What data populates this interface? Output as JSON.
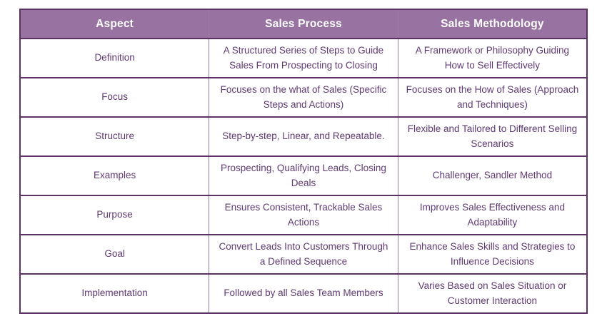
{
  "table": {
    "headers": [
      "Aspect",
      "Sales Process",
      "Sales Methodology"
    ],
    "rows": [
      [
        "Definition",
        "A Structured Series of Steps to Guide Sales From Prospecting to Closing",
        "A Framework or Philosophy Guiding How to Sell Effectively"
      ],
      [
        "Focus",
        "Focuses on the what of Sales (Specific Steps and Actions)",
        "Focuses on the How of Sales (Approach and Techniques)"
      ],
      [
        "Structure",
        "Step-by-step, Linear, and Repeatable.",
        "Flexible and Tailored to Different Selling Scenarios"
      ],
      [
        "Examples",
        "Prospecting, Qualifying Leads, Closing Deals",
        "Challenger, Sandler Method"
      ],
      [
        "Purpose",
        "Ensures Consistent, Trackable Sales Actions",
        "Improves Sales Effectiveness and Adaptability"
      ],
      [
        "Goal",
        "Convert Leads Into Customers Through a Defined Sequence",
        "Enhance Sales Skills and Strategies to Influence Decisions"
      ],
      [
        "Implementation",
        "Followed by all Sales Team Members",
        "Varies Based on Sales Situation or Customer Interaction"
      ]
    ]
  },
  "colors": {
    "header_background": "#9873a2",
    "header_text": "#ffffff",
    "border_horizontal": "#5c3163",
    "border_vertical": "#9a7da7",
    "cell_text": "#5f3a72",
    "page_background": "#ffffff"
  }
}
